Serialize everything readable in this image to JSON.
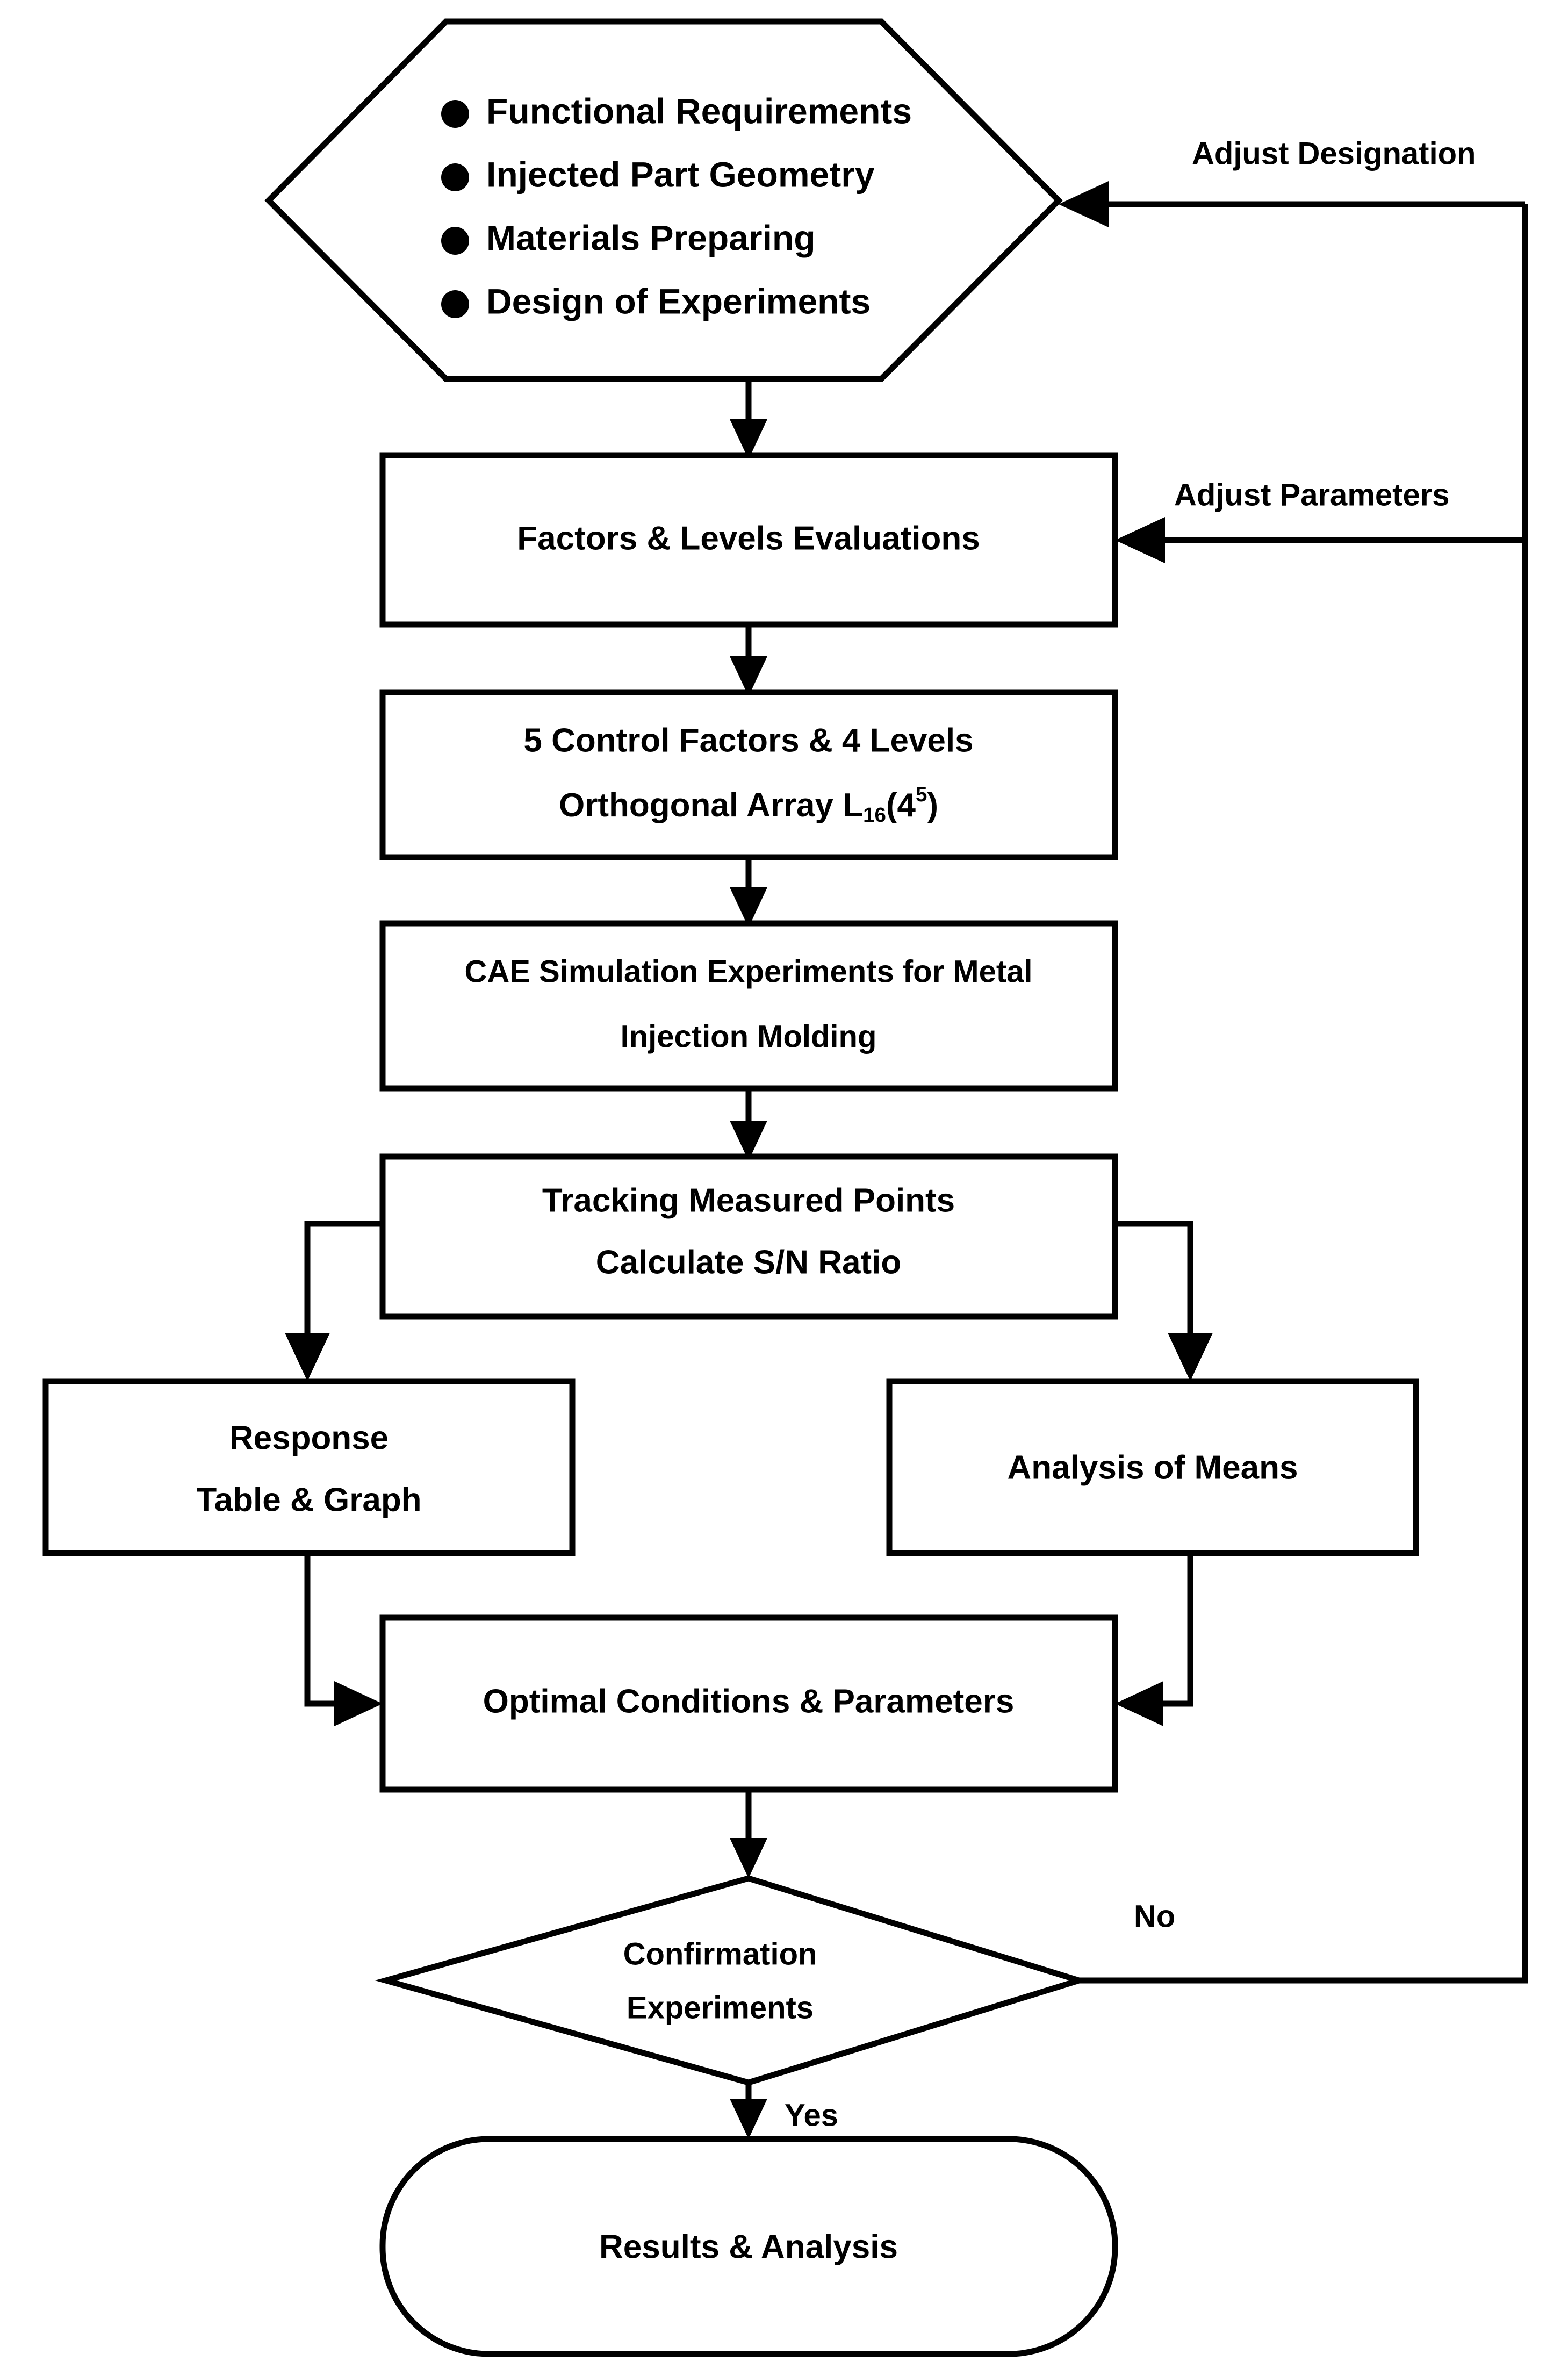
{
  "diagram": {
    "title": "Taguchi Metal Injection Molding Optimization Flowchart",
    "accent_color": "#000000",
    "background_color": "#ffffff"
  },
  "nodes": {
    "inputs": {
      "shape": "hexagon",
      "bullets": [
        "Functional Requirements",
        "Injected Part Geometry",
        "Materials Preparing",
        "Design of Experiments"
      ]
    },
    "factors": {
      "shape": "rectangle",
      "line1": "Factors & Levels Evaluations"
    },
    "orthogonal": {
      "shape": "rectangle",
      "line1": "5 Control Factors & 4 Levels",
      "line2_pre": "Orthogonal Array L",
      "line2_sub": "16",
      "line2_mid": "(4",
      "line2_sup": "5",
      "line2_post": ")"
    },
    "cae": {
      "shape": "rectangle",
      "line1": "CAE Simulation Experiments for Metal",
      "line2": "Injection Molding"
    },
    "tracking": {
      "shape": "rectangle",
      "line1": "Tracking Measured Points",
      "line2": "Calculate S/N Ratio"
    },
    "response": {
      "shape": "rectangle",
      "line1": "Response",
      "line2": "Table & Graph"
    },
    "means": {
      "shape": "rectangle",
      "line1": "Analysis of Means"
    },
    "optimal": {
      "shape": "rectangle",
      "line1": "Optimal Conditions & Parameters"
    },
    "confirmation": {
      "shape": "diamond",
      "line1": "Confirmation",
      "line2": "Experiments"
    },
    "results": {
      "shape": "rounded-terminator",
      "line1": "Results & Analysis"
    }
  },
  "edge_labels": {
    "adjust_designation": "Adjust Designation",
    "adjust_parameters": "Adjust Parameters",
    "no": "No",
    "yes": "Yes"
  }
}
